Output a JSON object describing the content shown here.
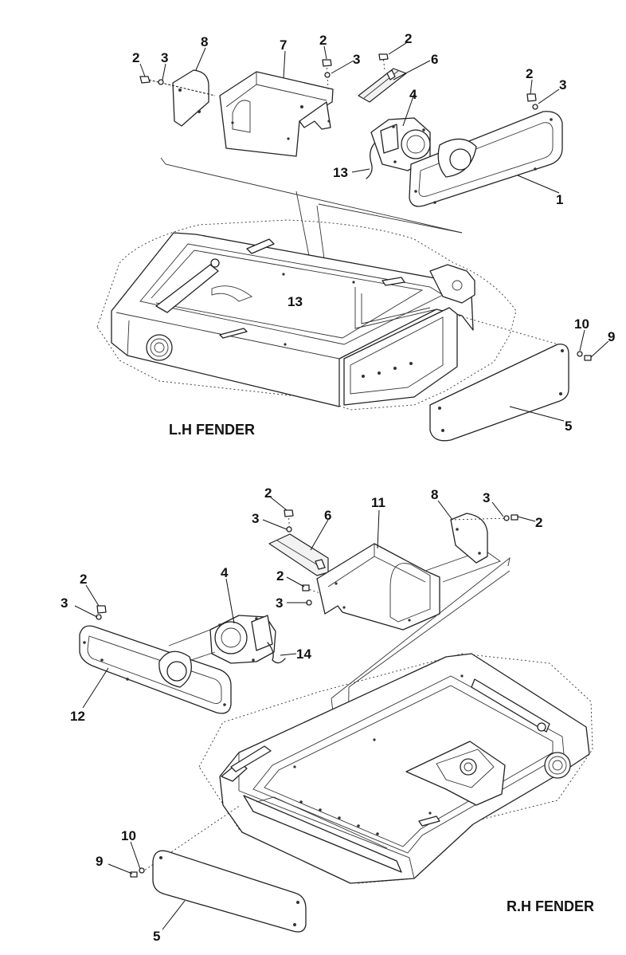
{
  "figure": {
    "left_fender": {
      "caption": "L.H FENDER",
      "labels": [
        "2",
        "3",
        "8",
        "7",
        "2",
        "3",
        "2",
        "6",
        "2",
        "3",
        "4",
        "13",
        "1",
        "13",
        "10",
        "9",
        "5"
      ]
    },
    "right_fender": {
      "caption": "R.H FENDER",
      "labels": [
        "2",
        "3",
        "6",
        "11",
        "8",
        "3",
        "2",
        "2",
        "3",
        "4",
        "3",
        "2",
        "14",
        "12",
        "10",
        "9",
        "5"
      ]
    }
  },
  "colors": {
    "line": "#222222",
    "background": "#ffffff",
    "shade": "#f2f2f2"
  }
}
